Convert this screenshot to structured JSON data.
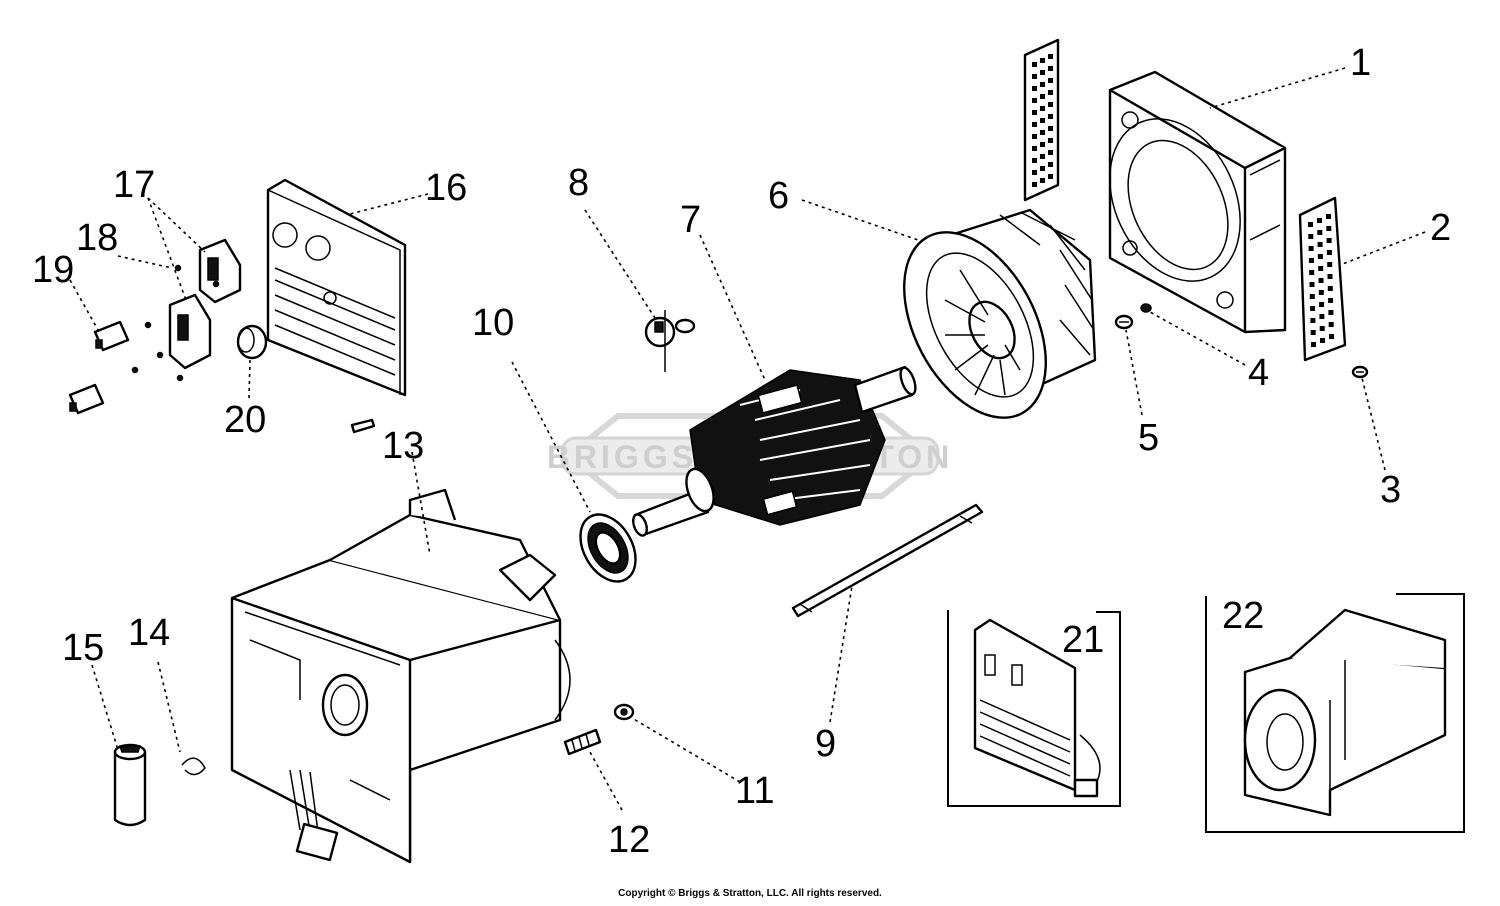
{
  "diagram": {
    "watermark": "BRIGGS & STRATTON",
    "callouts": [
      "1",
      "2",
      "3",
      "4",
      "5",
      "6",
      "7",
      "8",
      "9",
      "10",
      "11",
      "12",
      "13",
      "14",
      "15",
      "16",
      "17",
      "18",
      "19",
      "20",
      "21",
      "22"
    ]
  },
  "footer": {
    "copyright": "Copyright © Briggs & Stratton, LLC. All rights reserved."
  }
}
